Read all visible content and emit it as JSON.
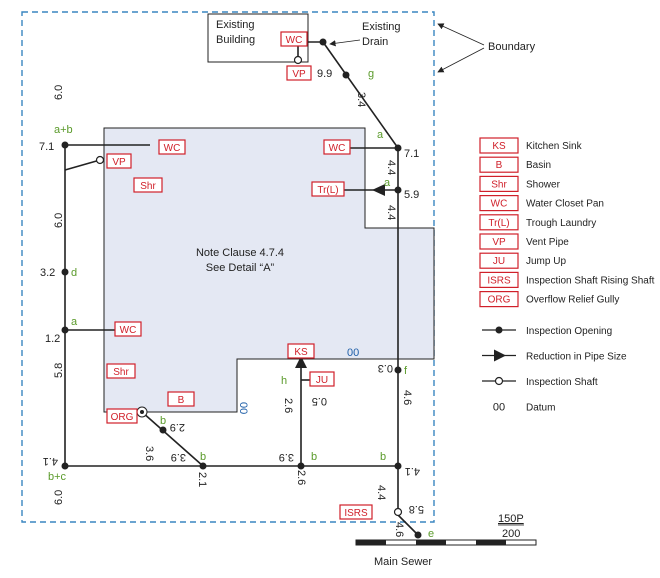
{
  "labels": {
    "existing_building": [
      "Existing",
      "Building"
    ],
    "existing_drain": [
      "Existing",
      "Drain"
    ],
    "boundary": "Boundary",
    "note": [
      "Note Clause 4.7.4",
      "See Detail “A”"
    ],
    "main_sewer": "Main Sewer",
    "scale_top": "150P",
    "scale_bottom": "200"
  },
  "fixture_tags": {
    "wc_building": "WC",
    "vp_building": "VP",
    "wc_top_left": "WC",
    "vp_left": "VP",
    "shr_top": "Shr",
    "wc_top_right": "WC",
    "trl": "Tr(L)",
    "wc_mid_left": "WC",
    "shr_low": "Shr",
    "b_basin": "B",
    "org": "ORG",
    "ks": "KS",
    "ju": "JU",
    "isrs": "ISRS"
  },
  "junction_letters": {
    "g": "g",
    "a_top_right": "a",
    "a_mid_right": "a",
    "ab": "a+b",
    "d": "d",
    "a_left": "a",
    "f": "f",
    "h": "h",
    "b_diag": "b",
    "b_diag2": "b",
    "b_bottom_mid": "b",
    "b_bottom_right": "b",
    "bc": "b+c",
    "e": "e"
  },
  "numbers": {
    "n9_9": "9.9",
    "n3_4": "3.4",
    "n6_0_top": "6.0",
    "n7_1_left": "7.1",
    "n7_1_right": "7.1",
    "n4_4_upper": "4.4",
    "n5_9": "5.9",
    "n4_4_lower": "4.4",
    "n6_0_mid": "6.0",
    "n3_2": "3.2",
    "n1_2": "1.2",
    "n5_8": "5.8",
    "n0_3": "0.3",
    "n4_6": "4.6",
    "n0_5": "0.5",
    "n2_6_upper": "2.6",
    "n2_9": "2.9",
    "n3_6": "3.6",
    "n3_9_left": "3.9",
    "n3_9_mid": "3.9",
    "n4_1_left": "4.1",
    "n4_1_right": "4.1",
    "n2_1": "2.1",
    "n2_6_lower": "2.6",
    "n6_0_bottom": "6.0",
    "n4_4_bottom": "4.4",
    "n5_8_bottom": "5.8",
    "n4_6_bottom": "4.6"
  },
  "datum_labels": {
    "d1": "00",
    "d2": "00"
  },
  "legend": {
    "fixtures": [
      {
        "code": "KS",
        "name": "Kitchen Sink"
      },
      {
        "code": "B",
        "name": "Basin"
      },
      {
        "code": "Shr",
        "name": "Shower"
      },
      {
        "code": "WC",
        "name": "Water Closet Pan"
      },
      {
        "code": "Tr(L)",
        "name": "Trough Laundry"
      },
      {
        "code": "VP",
        "name": "Vent Pipe"
      },
      {
        "code": "JU",
        "name": "Jump Up"
      },
      {
        "code": "ISRS",
        "name": "Inspection Shaft Rising Shaft"
      },
      {
        "code": "ORG",
        "name": "Overflow Relief Gully"
      }
    ],
    "symbols": [
      {
        "icon": "inspection-opening-icon",
        "name": "Inspection Opening"
      },
      {
        "icon": "pipe-reduction-icon",
        "name": "Reduction in Pipe Size"
      },
      {
        "icon": "inspection-shaft-icon",
        "name": "Inspection Shaft"
      },
      {
        "icon": "datum-icon",
        "code": "00",
        "name": "Datum"
      }
    ]
  },
  "colors": {
    "boundary": "#3a86c0",
    "house_fill": "#e4e8f3",
    "tag_red": "#d0202a",
    "letter_green": "#5a9a2a",
    "datum_blue": "#1f5fa8"
  }
}
